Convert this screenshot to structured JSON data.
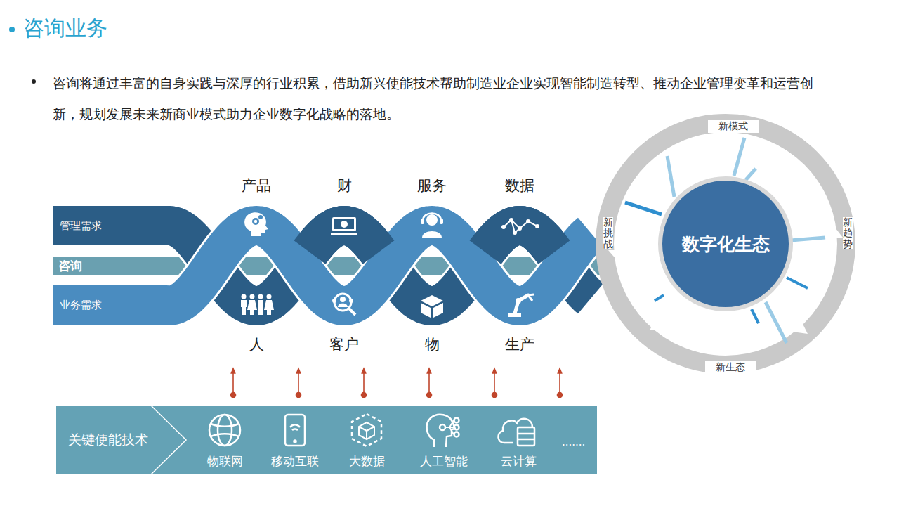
{
  "diagram": {
    "title": "咨询业务",
    "nodes": [
      {
        "text": [
          "管理需求"
        ]
      },
      {
        "text": [
          "咨询"
        ]
      },
      {
        "text": [
          "业务需求"
        ]
      },
      {
        "text": [
          "产品"
        ]
      },
      {
        "text": [
          "人"
        ]
      },
      {
        "text": [
          "财"
        ]
      },
      {
        "text": [
          "客户"
        ]
      },
      {
        "text": [
          "服务"
        ]
      },
      {
        "text": [
          "物"
        ]
      },
      {
        "text": [
          "数据"
        ]
      },
      {
        "text": [
          "生产"
        ]
      },
      {
        "text": [
          "数字化生态"
        ]
      },
      {
        "text": [
          "关键使能技术"
        ]
      },
      {
        "text": [
          "物联网"
        ],
        "in": 12
      },
      {
        "text": [
          "移动互联"
        ],
        "in": 12
      },
      {
        "text": [
          "大数据"
        ],
        "in": 12
      },
      {
        "text": [
          "人工智能"
        ],
        "in": 12
      },
      {
        "text": [
          "云计算"
        ],
        "in": 12
      }
    ],
    "labels": [
      "咨询将通过丰富的自身实践与深厚的行业积累，借助新兴使能技术帮助制造业企业实现智能制造转型、推动企业管理变革和运营创新，规划发展未来新商业模式助力企业数字化战略的落地。",
      "新模式",
      "新趋势",
      "新生态",
      "新挑战",
      "......."
    ]
  }
}
